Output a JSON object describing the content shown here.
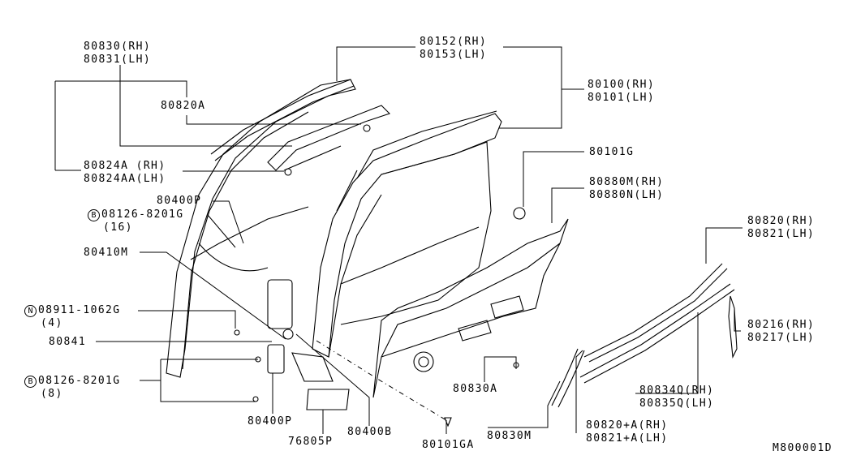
{
  "diagram_code": "M800001D",
  "labels": {
    "p80830": "80830(RH)",
    "p80831": "80831(LH)",
    "p80820A": "80820A",
    "p80824A": "80824A (RH)",
    "p80824AA": "80824AA(LH)",
    "p80400P_top": "80400P",
    "b08126_top": "08126-8201G",
    "b08126_top_qty": "(16)",
    "p80410M": "80410M",
    "n08911": "08911-1062G",
    "n08911_qty": "(4)",
    "p80841": "80841",
    "b08126_bot": "08126-8201G",
    "b08126_bot_qty": "(8)",
    "p80400P_bot": "80400P",
    "p76805P": "76805P",
    "p80400B": "80400B",
    "p80152": "80152(RH)",
    "p80153": "80153(LH)",
    "p80100": "80100(RH)",
    "p80101": "80101(LH)",
    "p80101G": "80101G",
    "p80880M": "80880M(RH)",
    "p80880N": "80880N(LH)",
    "p80820": "80820(RH)",
    "p80821": "80821(LH)",
    "p80216": "80216(RH)",
    "p80217": "80217(LH)",
    "p80834Q": "80834Q(RH)",
    "p80835Q": "80835Q(LH)",
    "p80830A": "80830A",
    "p80830M": "80830M",
    "p80820pA": "80820+A(RH)",
    "p80821pA": "80821+A(LH)",
    "p80101GA": "80101GA"
  },
  "symbols": {
    "bolt": "B",
    "nut": "N"
  }
}
